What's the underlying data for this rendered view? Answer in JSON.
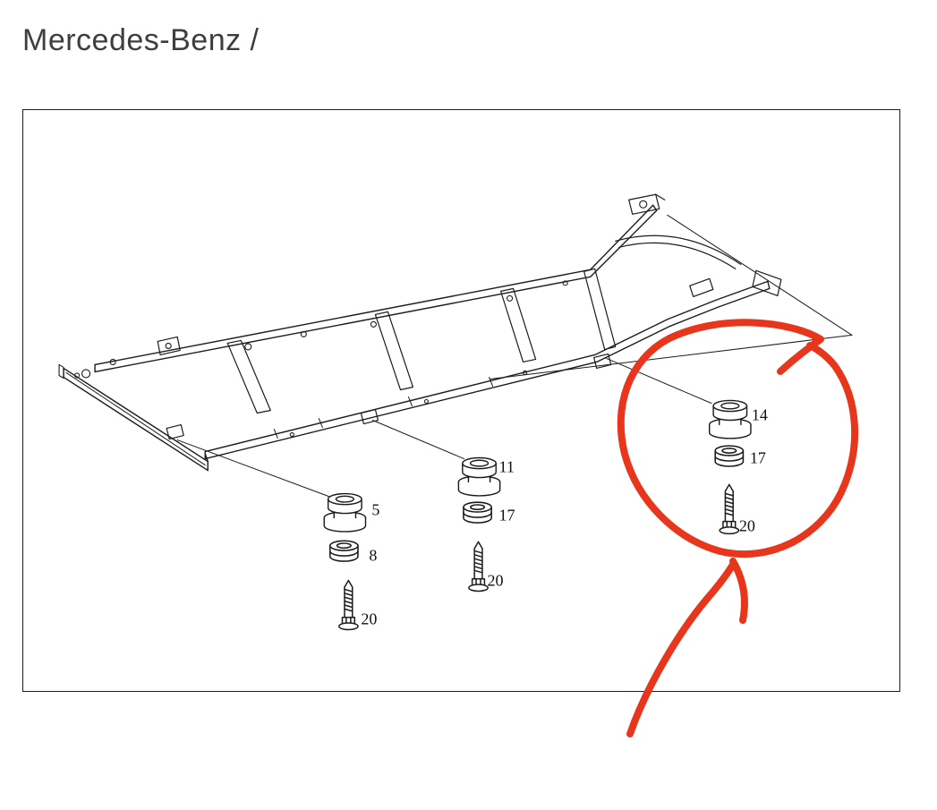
{
  "page": {
    "title": "Mercedes-Benz /"
  },
  "diagram": {
    "part_groups": [
      {
        "name": "left-body-mount",
        "parts": [
          {
            "label": "5"
          },
          {
            "label": "8"
          },
          {
            "label": "20"
          }
        ]
      },
      {
        "name": "middle-body-mount",
        "parts": [
          {
            "label": "11"
          },
          {
            "label": "17"
          },
          {
            "label": "20"
          }
        ]
      },
      {
        "name": "right-body-mount",
        "parts": [
          {
            "label": "14"
          },
          {
            "label": "17"
          },
          {
            "label": "20"
          }
        ]
      }
    ],
    "colors": {
      "line": "#1c1c1c",
      "annotation": "#e8361c"
    }
  }
}
